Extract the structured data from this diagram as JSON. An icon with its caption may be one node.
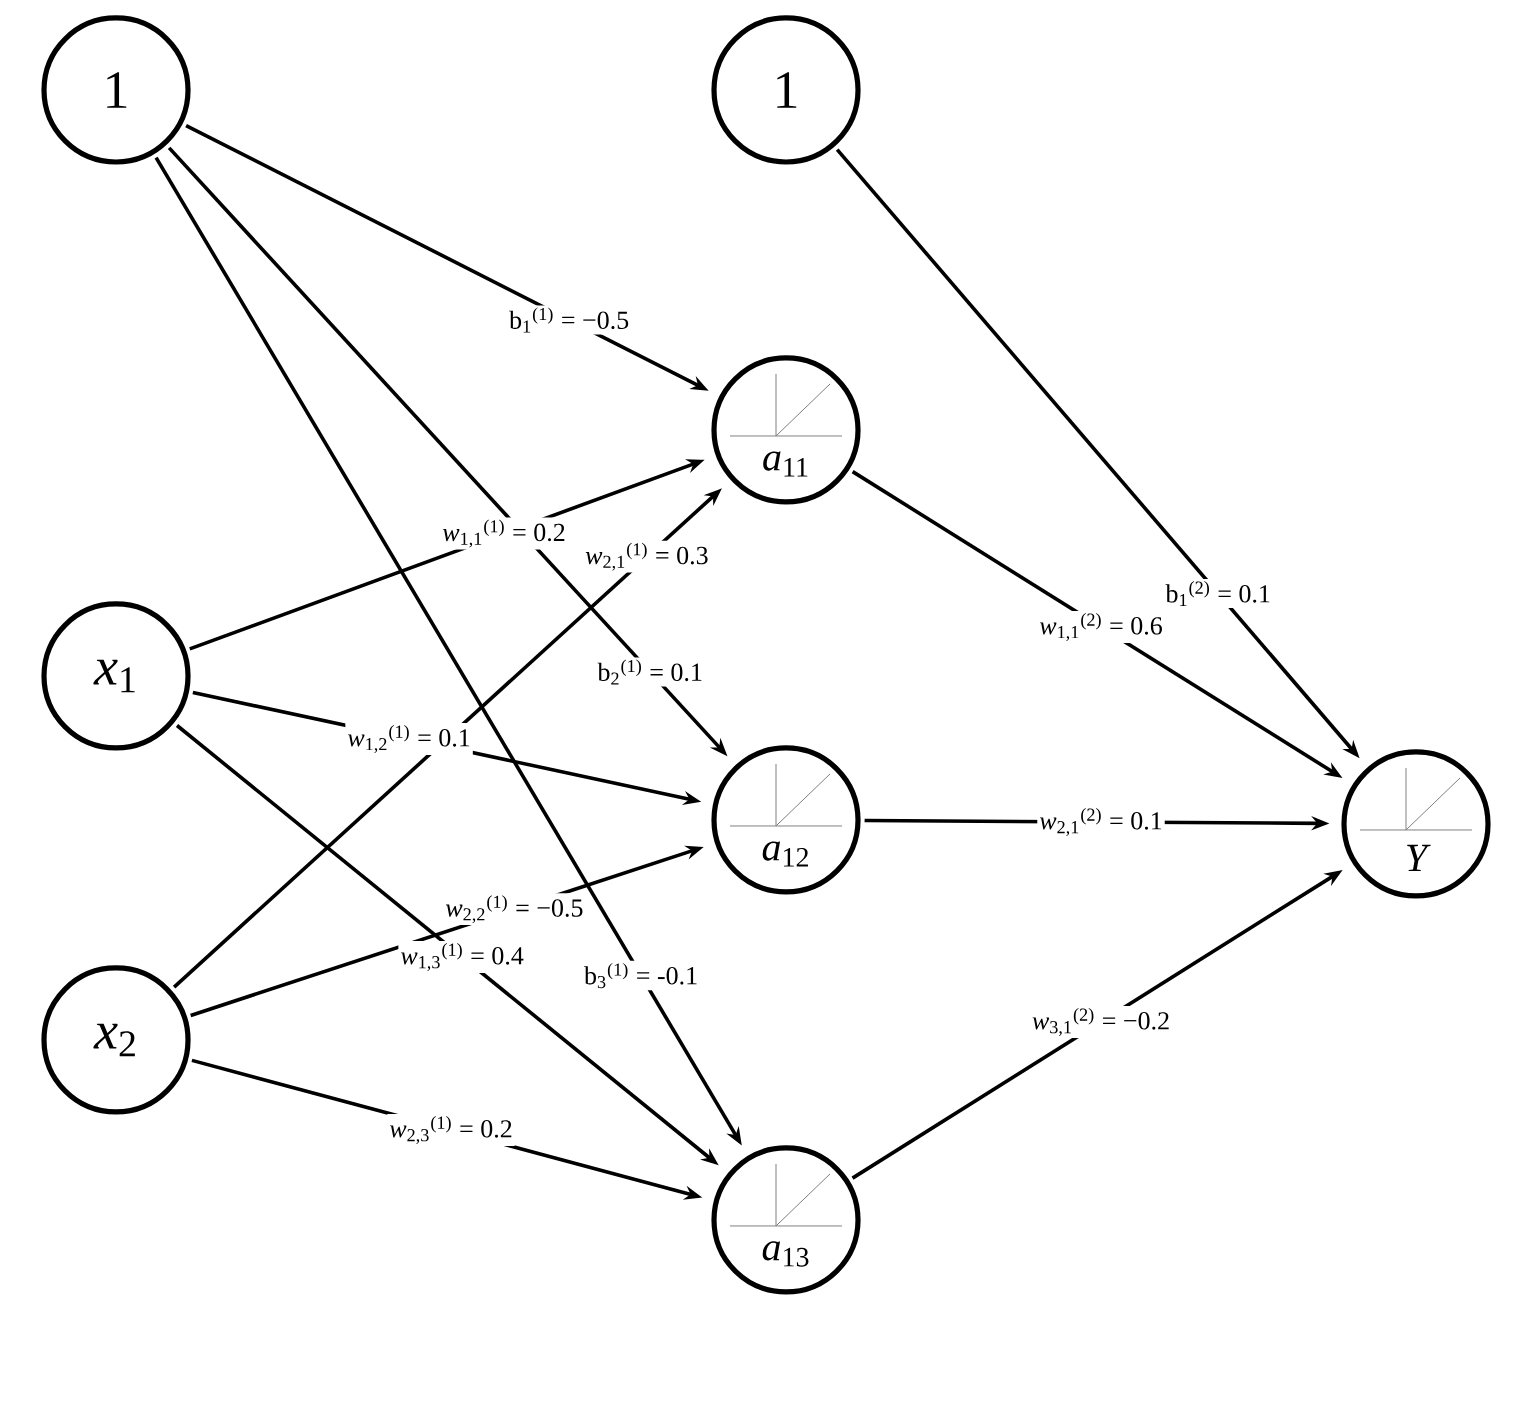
{
  "diagram": {
    "nodes": [
      {
        "text": [
          "1"
        ]
      },
      {
        "text": [
          "*x*$_{1}$"
        ]
      },
      {
        "text": [
          "*x*$_{2}$"
        ]
      },
      {
        "text": [
          "1"
        ]
      },
      {
        "text": [
          "*a*$_{11}$"
        ]
      },
      {
        "text": [
          "*a*$_{12}$"
        ]
      },
      {
        "text": [
          "*a*$_{13}$"
        ]
      },
      {
        "text": [
          "Y"
        ]
      }
    ],
    "edges": [
      {
        "from": 0,
        "to": 4,
        "arrow": "to",
        "label": "b$_{1}$$^{(1)}$ = −0.5"
      },
      {
        "from": 1,
        "to": 4,
        "arrow": "to",
        "label": "*w*$_{1,1}$$^{(1)}$ = 0.2"
      },
      {
        "from": 2,
        "to": 4,
        "arrow": "to",
        "label": "*w*$_{2,1}$$^{(1)}$ = 0.3"
      },
      {
        "from": 0,
        "to": 5,
        "arrow": "to",
        "label": "b$_{2}$$^{(1)}$ = 0.1"
      },
      {
        "from": 1,
        "to": 5,
        "arrow": "to",
        "label": "*w*$_{1,2}$$^{(1)}$ = 0.1"
      },
      {
        "from": 2,
        "to": 5,
        "arrow": "to",
        "label": "*w*$_{2,2}$$^{(1)}$ = −0.5"
      },
      {
        "from": 0,
        "to": 6,
        "arrow": "to",
        "label": "b$_{3}$$^{(1)}$ = -0.1"
      },
      {
        "from": 1,
        "to": 6,
        "arrow": "to",
        "label": "*w*$_{1,3}$$^{(1)}$ = 0.4"
      },
      {
        "from": 2,
        "to": 6,
        "arrow": "to",
        "label": "*w*$_{2,3}$$^{(1)}$ = 0.2"
      },
      {
        "from": 3,
        "to": 7,
        "arrow": "to",
        "label": "b$_{1}$$^{(2)}$ = 0.1"
      },
      {
        "from": 4,
        "to": 7,
        "arrow": "to",
        "label": "*w*$_{1,1}$$^{(2)}$ = 0.6"
      },
      {
        "from": 5,
        "to": 7,
        "arrow": "to",
        "label": "*w*$_{2,1}$$^{(2)}$ = 0.1"
      },
      {
        "from": 6,
        "to": 7,
        "arrow": "to",
        "label": "*w*$_{3,1}$$^{(2)}$ = −0.2"
      }
    ]
  }
}
